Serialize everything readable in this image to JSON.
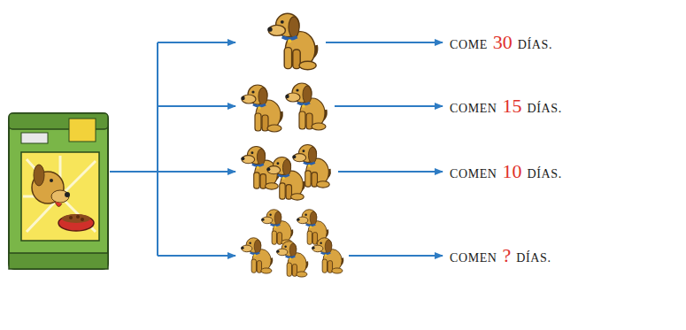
{
  "diagram": {
    "labels": [
      "COME",
      "30",
      "DÍAS.",
      "COMEN",
      "15",
      "DÍAS.",
      "COMEN",
      "10",
      "DÍAS.",
      "COMEN",
      "?",
      "DÍAS."
    ]
  }
}
